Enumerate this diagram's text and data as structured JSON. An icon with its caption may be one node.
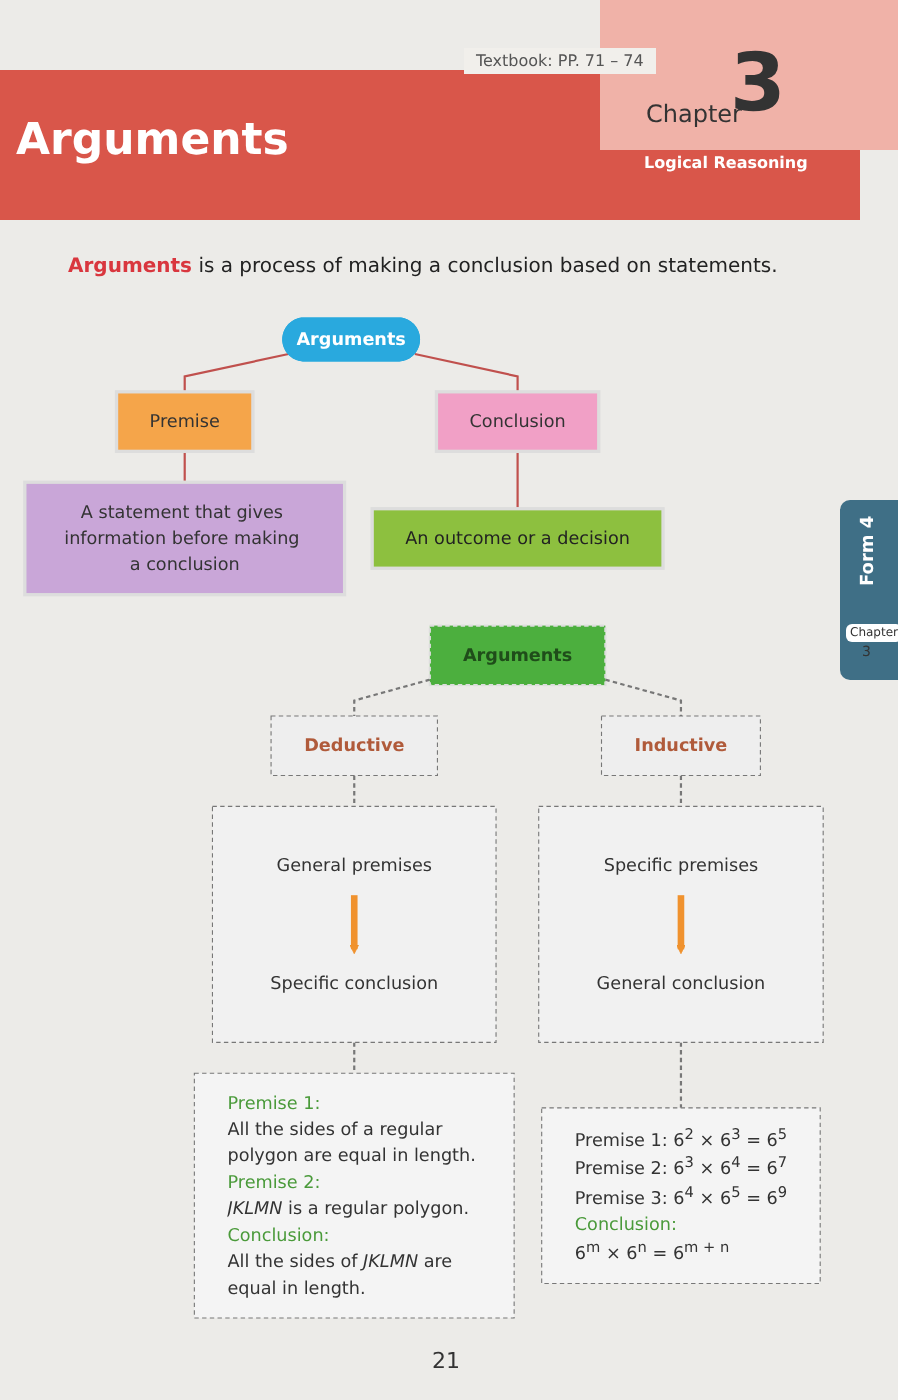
{
  "diagram": {
    "title": "Arguments",
    "nodes": [
      {
        "text": [
          "Arguments"
        ]
      },
      {
        "text": [
          "Premise"
        ]
      },
      {
        "text": [
          "Conclusion"
        ]
      },
      {
        "text": [
          "A statement that gives information before making a conclusion"
        ]
      },
      {
        "text": [
          "An outcome or a decision"
        ]
      },
      {
        "text": [
          "Arguments"
        ]
      },
      {
        "text": [
          "Deductive"
        ]
      },
      {
        "text": [
          "Inductive"
        ]
      },
      {
        "text": [],
        "shape": "box"
      },
      {
        "text": [
          "General premises"
        ],
        "in": 8
      },
      {
        "text": [
          "Specific conclusion"
        ],
        "in": 8
      },
      {
        "text": [],
        "shape": "box"
      },
      {
        "text": [
          "Specific premises"
        ],
        "in": 11
      },
      {
        "text": [
          "General conclusion"
        ],
        "in": 11
      },
      {
        "text": [
          "Premise 1:",
          "All the sides of a regular polygon are equal in length.",
          "Premise 2:",
          "*JKLMN* is a regular polygon.",
          "Conclusion:",
          "All the sides of *JKLMN* are equal in length."
        ]
      },
      {
        "text": [
          "Premise 1: 6$^{2}$ × 6$^{3}$ = 6$^{5}$",
          "Premise 2: 6$^{3}$ × 6$^{4}$ = 6$^{7}$",
          "Premise 3: 6$^{4}$ × 6$^{5}$ = 6$^{9}$",
          "Conclusion:",
          "6$^{m}$ × 6$^{n}$ = 6$^{m + n}$"
        ]
      }
    ],
    "edges": [
      {
        "from": 0,
        "to": 1,
        "arrow": "none",
        "color": "#c0504d"
      },
      {
        "from": 0,
        "to": 2,
        "arrow": "none",
        "color": "#c0504d"
      },
      {
        "from": 1,
        "to": 3,
        "arrow": "none",
        "color": "#c0504d"
      },
      {
        "from": 2,
        "to": 4,
        "arrow": "none",
        "color": "#c0504d"
      },
      {
        "from": 5,
        "to": 6,
        "arrow": "none",
        "style": "dashed"
      },
      {
        "from": 5,
        "to": 7,
        "arrow": "none",
        "style": "dashed"
      },
      {
        "from": 6,
        "to": 8,
        "arrow": "none",
        "style": "dashed"
      },
      {
        "from": 9,
        "to": 10,
        "arrow": "to",
        "style": "thick",
        "color": "#f0922e"
      },
      {
        "from": 7,
        "to": 11,
        "arrow": "none",
        "style": "dashed"
      },
      {
        "from": 12,
        "to": 13,
        "arrow": "to",
        "style": "thick",
        "color": "#f0922e"
      },
      {
        "from": 8,
        "to": 14,
        "arrow": "none",
        "style": "dashed"
      },
      {
        "from": 11,
        "to": 15,
        "arrow": "none",
        "style": "dashed"
      }
    ],
    "labels": [
      "Textbook: PP. 71 – 74",
      "Chapter",
      "3",
      "Logical Reasoning",
      "**Arguments** is a process of making a conclusion based on statements.",
      "Form 4",
      "Chapter",
      "3",
      "21"
    ]
  }
}
